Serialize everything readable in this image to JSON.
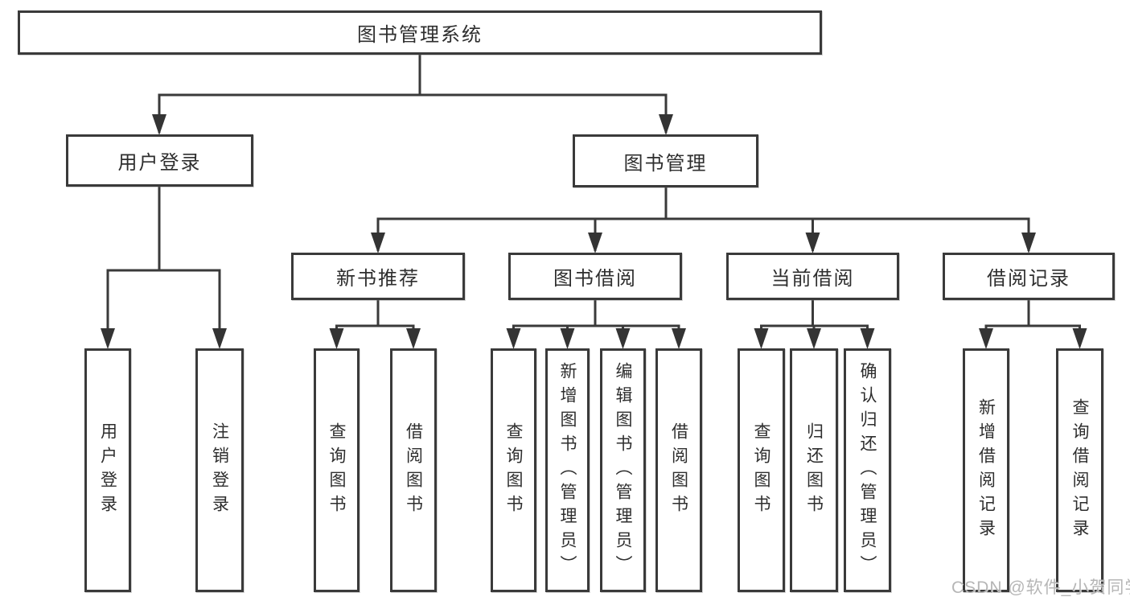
{
  "diagram": {
    "root": {
      "label": "图书管理系统"
    },
    "login": {
      "label": "用户登录",
      "children": [
        "用户登录",
        "注销登录"
      ]
    },
    "mgmt": {
      "label": "图书管理",
      "children": [
        {
          "label": "新书推荐",
          "children": [
            "查询图书",
            "借阅图书"
          ]
        },
        {
          "label": "图书借阅",
          "children": [
            "查询图书",
            "新增图书（管理员）",
            "编辑图书（管理员）",
            "借阅图书"
          ]
        },
        {
          "label": "当前借阅",
          "children": [
            "查询图书",
            "归还图书",
            "确认归还（管理员）"
          ]
        },
        {
          "label": "借阅记录",
          "children": [
            "新增借阅记录",
            "查询借阅记录"
          ]
        }
      ]
    }
  },
  "watermark": {
    "text": "CSDN @软件_小贺同学"
  },
  "colors": {
    "line": "#3a3a3a",
    "text": "#2e2e2e",
    "watermark": "#b2b2b2",
    "background": "#ffffff"
  }
}
